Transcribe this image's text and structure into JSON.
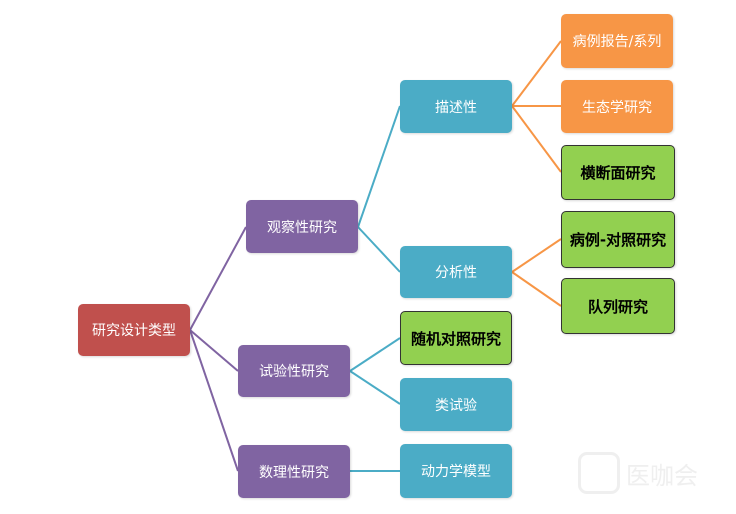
{
  "root": "研究设计类型",
  "level1": [
    "观察性研究",
    "试验性研究",
    "数理性研究"
  ],
  "level2": [
    "描述性",
    "分析性",
    "随机对照研究",
    "类试验",
    "动力学模型"
  ],
  "level3": [
    "病例报告/系列",
    "生态学研究",
    "横断面研究",
    "病例-对照研究",
    "队列研究"
  ],
  "watermark": "医咖会",
  "colors": {
    "root": "#C0504D",
    "level1": "#8064A2",
    "level2": "#4BACC6",
    "orange": "#F79646",
    "green": "#92D050"
  }
}
